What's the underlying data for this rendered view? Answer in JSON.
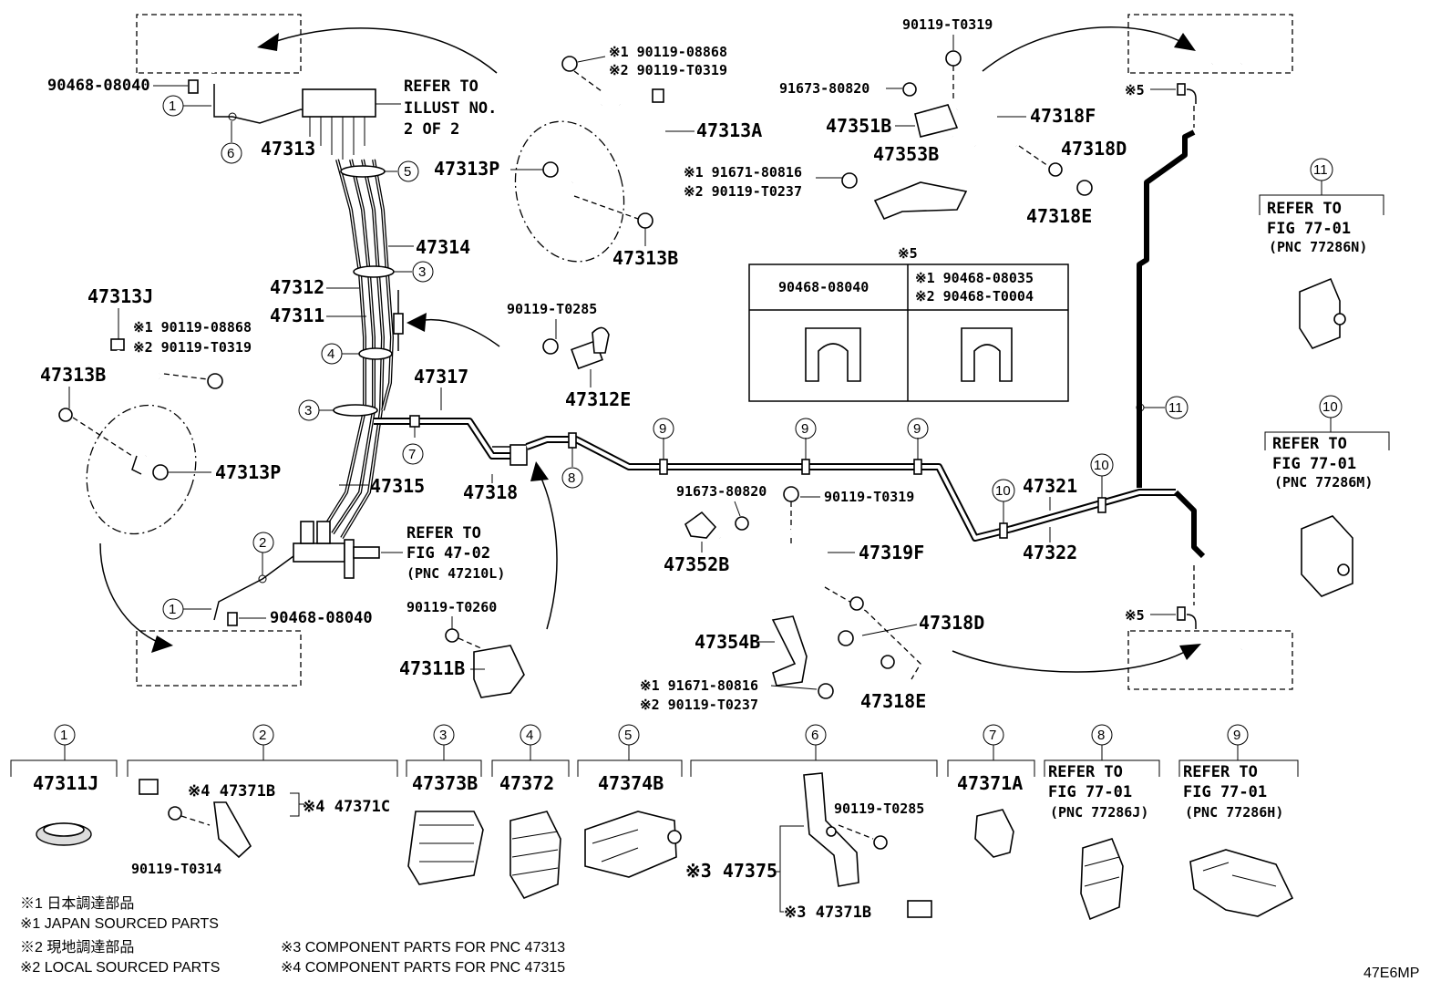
{
  "diagram_code": "47E6MP",
  "notes": {
    "n1_jp": "※1 日本調達部品",
    "n1_en": "※1 JAPAN SOURCED PARTS",
    "n2_jp": "※2 現地調達部品",
    "n2_en": "※2 LOCAL SOURCED PARTS",
    "n3": "※3 COMPONENT PARTS FOR PNC 47313",
    "n4": "※4 COMPONENT PARTS FOR PNC 47315"
  },
  "refer_illust": [
    "REFER TO",
    "ILLUST NO.",
    "2 OF 2"
  ],
  "refer_47_02": [
    "REFER TO",
    "FIG 47-02",
    "(PNC 47210L)"
  ],
  "labels": {
    "p90468_a": "90468-08040",
    "p90468_b": "90468-08040",
    "p47313": "47313",
    "p47314": "47314",
    "p47312": "47312",
    "p47311": "47311",
    "p47317": "47317",
    "p47315": "47315",
    "p47318": "47318",
    "p47313J": "47313J",
    "p47313J_1": "※1 90119-08868",
    "p47313J_2": "※2 90119-T0319",
    "p47313B_l": "47313B",
    "p47313P_l": "47313P",
    "p47313A_1": "※1 90119-08868",
    "p47313A_2": "※2 90119-T0319",
    "p47313A": "47313A",
    "p47313P_t": "47313P",
    "p47313B_t": "47313B",
    "p90119_T0285": "90119-T0285",
    "p47312E": "47312E",
    "p90119_T0319_top": "90119-T0319",
    "p91673_top": "91673-80820",
    "p47351B": "47351B",
    "p47318F": "47318F",
    "p47353B": "47353B",
    "p91671_1": "※1 91671-80816",
    "p91671_2": "※2 90119-T0237",
    "p47318D_t": "47318D",
    "p47318E_t": "47318E",
    "p91673_mid": "91673-80820",
    "p90119_T0319_mid": "90119-T0319",
    "p47352B": "47352B",
    "p47319F": "47319F",
    "p47318D_b": "47318D",
    "p47354B": "47354B",
    "p47318E_b": "47318E",
    "p91671_b1": "※1 91671-80816",
    "p91671_b2": "※2 90119-T0237",
    "p90119_T0260": "90119-T0260",
    "p47311B": "47311B",
    "p47321": "47321",
    "p47322": "47322",
    "mark5_r1": "※5",
    "mark5_r2": "※5"
  },
  "table5": {
    "mark": "※5",
    "col1": "90468-08040",
    "col2_1": "※1 90468-08035",
    "col2_2": "※2 90468-T0004"
  },
  "refer_11": {
    "num": "11",
    "l1": "REFER TO",
    "l2": "FIG 77-01",
    "l3": "(PNC 77286N)"
  },
  "refer_10": {
    "num": "10",
    "l1": "REFER TO",
    "l2": "FIG 77-01",
    "l3": "(PNC 77286M)"
  },
  "callouts": [
    "1",
    "2",
    "3",
    "4",
    "5",
    "6",
    "7",
    "8",
    "9",
    "10",
    "11"
  ],
  "bottom": {
    "b1": {
      "num": "1",
      "part": "47311J"
    },
    "b2": {
      "num": "2",
      "a": "※4 47371B",
      "b": "※4 47371C",
      "c": "90119-T0314"
    },
    "b3": {
      "num": "3",
      "part": "47373B"
    },
    "b4": {
      "num": "4",
      "part": "47372"
    },
    "b5": {
      "num": "5",
      "part": "47374B"
    },
    "b6": {
      "num": "6",
      "a": "90119-T0285",
      "b": "※3 47375",
      "c": "※3 47371B"
    },
    "b7": {
      "num": "7",
      "part": "47371A"
    },
    "b8": {
      "num": "8",
      "l1": "REFER TO",
      "l2": "FIG 77-01",
      "l3": "(PNC 77286J)"
    },
    "b9": {
      "num": "9",
      "l1": "REFER TO",
      "l2": "FIG 77-01",
      "l3": "(PNC 77286H)"
    }
  }
}
